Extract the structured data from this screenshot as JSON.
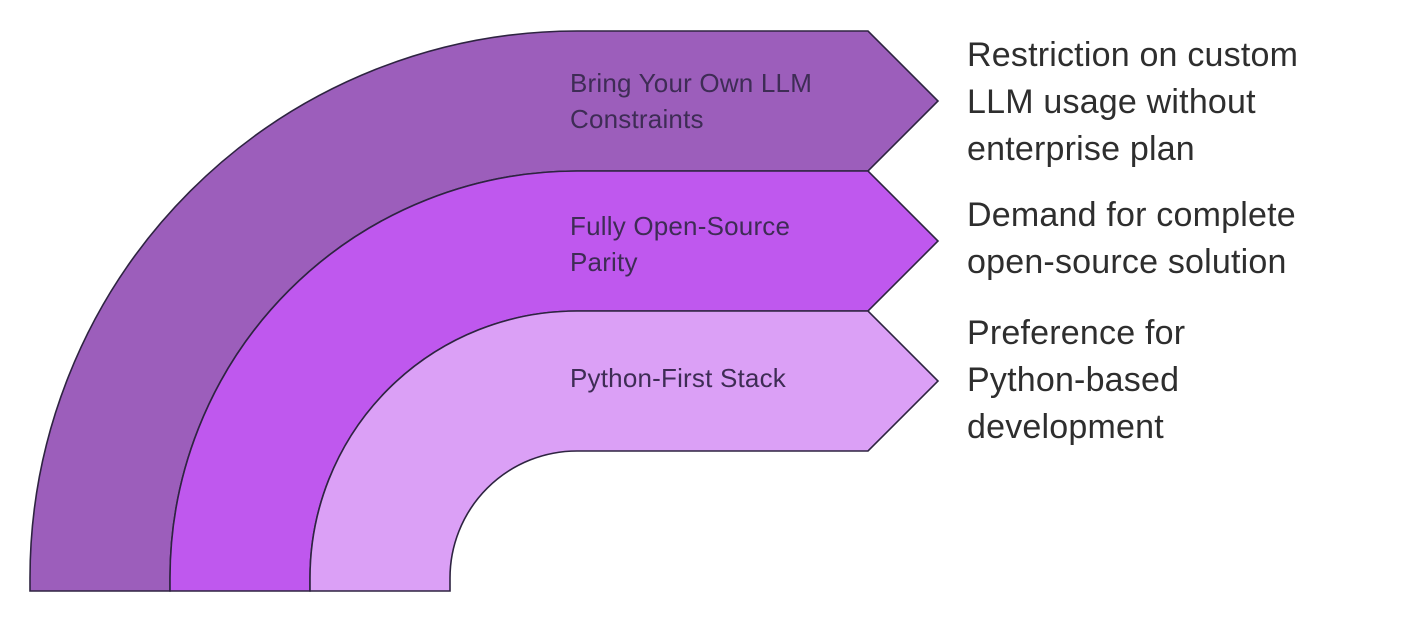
{
  "diagram": {
    "type": "curved-funnel-arrows",
    "background": "#FFFFFF",
    "outline_color": "#2E2441",
    "label_text_color": "#3E2C55",
    "description_text_color": "#2E2E2E",
    "bands": [
      {
        "label": "Bring Your Own LLM\nConstraints",
        "description": "Restriction on custom\nLLM usage without\nenterprise plan",
        "color": "#9C5EBB"
      },
      {
        "label": "Fully Open-Source\nParity",
        "description": "Demand for complete\nopen-source solution",
        "color": "#BF58EE"
      },
      {
        "label": "Python-First Stack",
        "description": "Preference for\nPython-based\ndevelopment",
        "color": "#DBA0F6"
      }
    ]
  }
}
